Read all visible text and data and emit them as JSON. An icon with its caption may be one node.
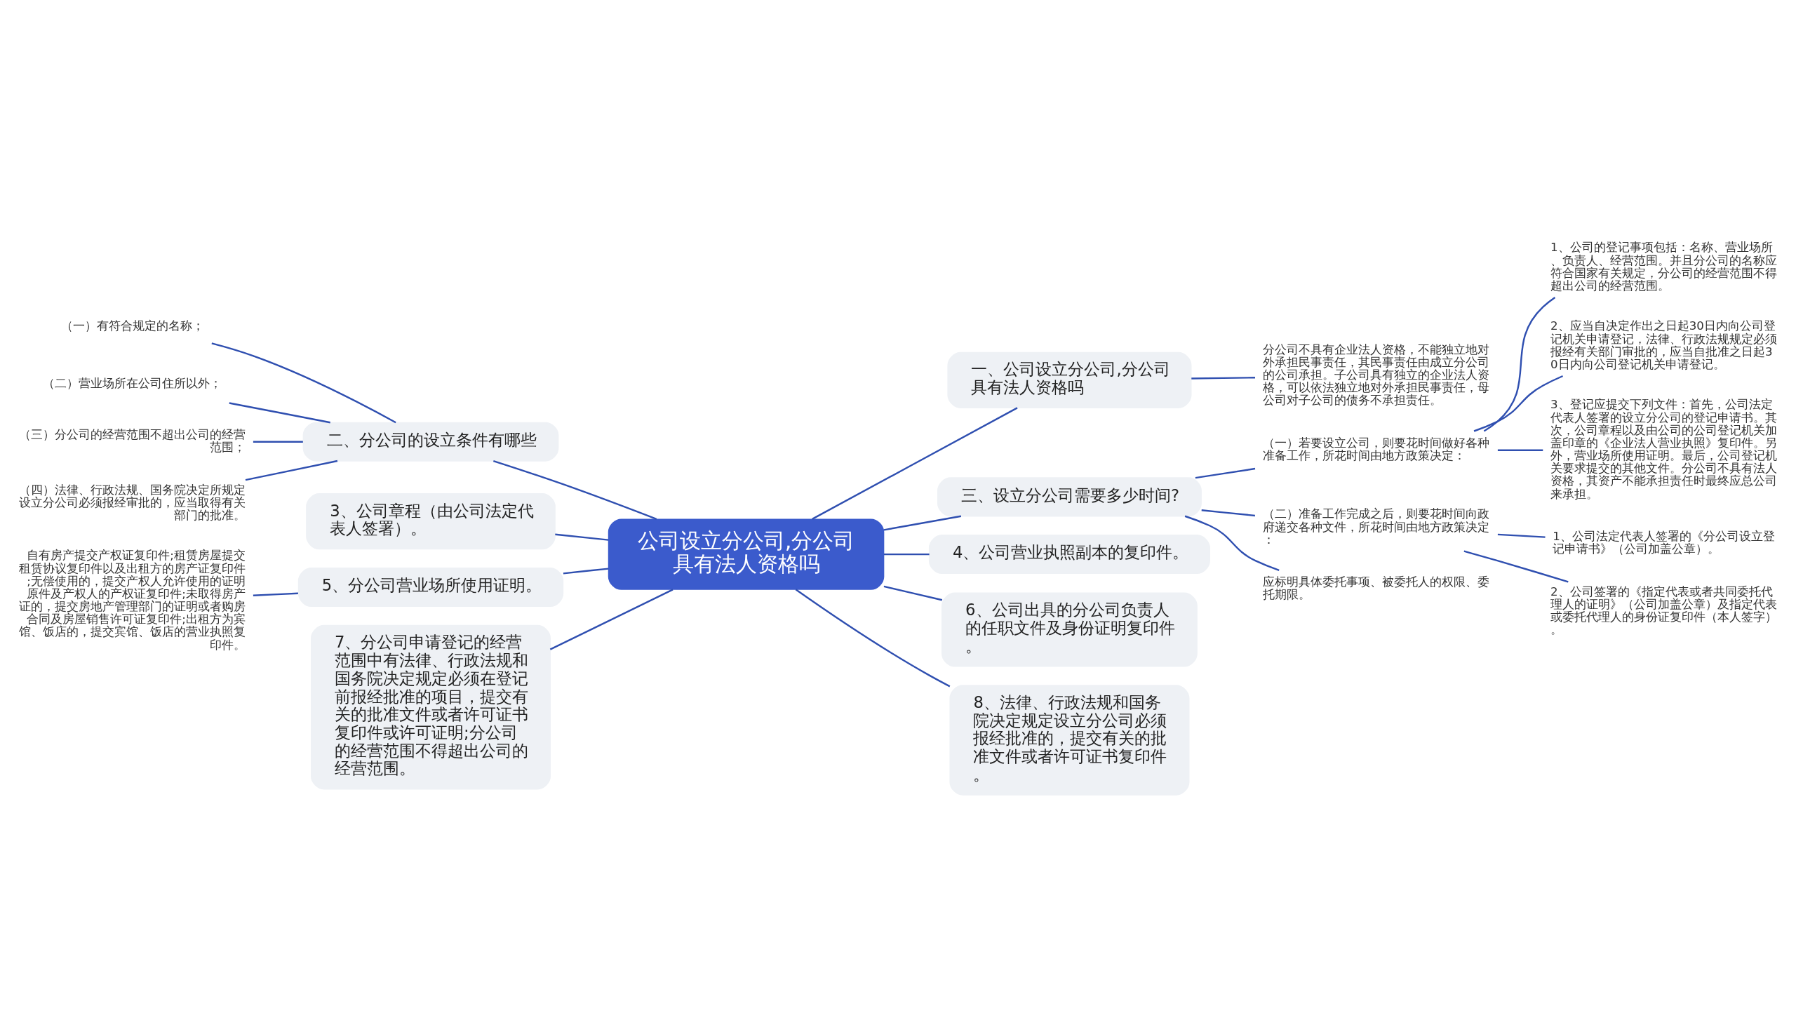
{
  "diagram": {
    "nodes": [
      {
        "text": [
          "公司设立分公司,分公司具有法人资格吗"
        ]
      },
      {
        "text": [
          "一、公司设立分公司,分公司具有法人资格吗"
        ]
      },
      {
        "text": [
          "分公司不具有企业法人资格，不能独立地对外承担民事责任，其民事责任由成立分公司的公司承担。子公司具有独立的企业法人资格，可以依法独立地对外承担民事责任，母公司对子公司的债务不承担责任。"
        ]
      },
      {
        "text": [
          "二、分公司的设立条件有哪些"
        ]
      },
      {
        "text": [
          "（一）有符合规定的名称；"
        ]
      },
      {
        "text": [
          "（二）营业场所在公司住所以外；"
        ]
      },
      {
        "text": [
          "（三）分公司的经营范围不超出公司的经营范围；"
        ]
      },
      {
        "text": [
          "（四）法律、行政法规、国务院决定所规定设立分公司必须报经审批的，应当取得有关部门的批准。"
        ]
      },
      {
        "text": [
          "3、公司章程（由公司法定代表人签署）。"
        ]
      },
      {
        "text": [
          "5、分公司营业场所使用证明。"
        ]
      },
      {
        "text": [
          "自有房产提交产权证复印件;租赁房屋提交租赁协议复印件以及出租方的房产证复印件;无偿使用的，提交产权人允许使用的证明原件及产权人的产权证复印件;未取得房产证的，提交房地产管理部门的证明或者购房合同及房屋销售许可证复印件;出租方为宾馆、饭店的，提交宾馆、饭店的营业执照复印件。"
        ]
      },
      {
        "text": [
          "7、分公司申请登记的经营范围中有法律、行政法规和国务院决定规定必须在登记前报经批准的项目，提交有关的批准文件或者许可证书复印件或许可证明;分公司的经营范围不得超出公司的经营范围。"
        ]
      },
      {
        "text": [
          "三、设立分公司需要多少时间?"
        ]
      },
      {
        "text": [
          "（一）若要设立公司，则要花时间做好各种准备工作，所花时间由地方政策决定："
        ]
      },
      {
        "text": [
          "1、公司的登记事项包括：名称、营业场所、负责人、经营范围。并且分公司的名称应符合国家有关规定，分公司的经营范围不得超出公司的经营范围。"
        ]
      },
      {
        "text": [
          "2、应当自决定作出之日起30日内向公司登记机关申请登记，法律、行政法规规定必须报经有关部门审批的，应当自批准之日起30日内向公司登记机关申请登记。"
        ]
      },
      {
        "text": [
          "3、登记应提交下列文件：首先，公司法定代表人签署的设立分公司的登记申请书。其次，公司章程以及由公司的公司登记机关加盖印章的《企业法人营业执照》复印件。另外，营业场所使用证明。最后，公司登记机关要求提交的其他文件。分公司不具有法人资格，其资产不能承担责任时最终应总公司来承担。"
        ]
      },
      {
        "text": [
          "（二）准备工作完成之后，则要花时间向政府递交各种文件，所花时间由地方政策决定："
        ]
      },
      {
        "text": [
          "1、公司法定代表人签署的《分公司设立登记申请书》（公司加盖公章）。"
        ]
      },
      {
        "text": [
          "2、公司签署的《指定代表或者共同委托代理人的证明》（公司加盖公章）及指定代表或委托代理人的身份证复印件（本人签字）。"
        ]
      },
      {
        "text": [
          "应标明具体委托事项、被委托人的权限、委托期限。"
        ]
      },
      {
        "text": [
          "4、公司营业执照副本的复印件。"
        ]
      },
      {
        "text": [
          "6、公司出具的分公司负责人的任职文件及身份证明复印件。"
        ]
      },
      {
        "text": [
          "8、法律、行政法规和国务院决定规定设立分公司必须报经批准的，提交有关的批准文件或者许可证书复印件。"
        ]
      }
    ],
    "edges": [
      {
        "from": 0,
        "to": 1,
        "arrow": "none"
      },
      {
        "from": 1,
        "to": 2,
        "arrow": "none"
      },
      {
        "from": 0,
        "to": 3,
        "arrow": "none"
      },
      {
        "from": 3,
        "to": 4,
        "arrow": "none"
      },
      {
        "from": 3,
        "to": 5,
        "arrow": "none"
      },
      {
        "from": 3,
        "to": 6,
        "arrow": "none"
      },
      {
        "from": 3,
        "to": 7,
        "arrow": "none"
      },
      {
        "from": 0,
        "to": 8,
        "arrow": "none"
      },
      {
        "from": 0,
        "to": 9,
        "arrow": "none"
      },
      {
        "from": 9,
        "to": 10,
        "arrow": "none"
      },
      {
        "from": 0,
        "to": 11,
        "arrow": "none"
      },
      {
        "from": 0,
        "to": 12,
        "arrow": "none"
      },
      {
        "from": 12,
        "to": 13,
        "arrow": "none"
      },
      {
        "from": 13,
        "to": 14,
        "arrow": "none"
      },
      {
        "from": 13,
        "to": 15,
        "arrow": "none"
      },
      {
        "from": 13,
        "to": 16,
        "arrow": "none"
      },
      {
        "from": 12,
        "to": 17,
        "arrow": "none"
      },
      {
        "from": 17,
        "to": 18,
        "arrow": "none"
      },
      {
        "from": 17,
        "to": 19,
        "arrow": "none"
      },
      {
        "from": 12,
        "to": 20,
        "arrow": "none"
      },
      {
        "from": 0,
        "to": 21,
        "arrow": "none"
      },
      {
        "from": 0,
        "to": 22,
        "arrow": "none"
      },
      {
        "from": 0,
        "to": 23,
        "arrow": "none"
      }
    ]
  }
}
